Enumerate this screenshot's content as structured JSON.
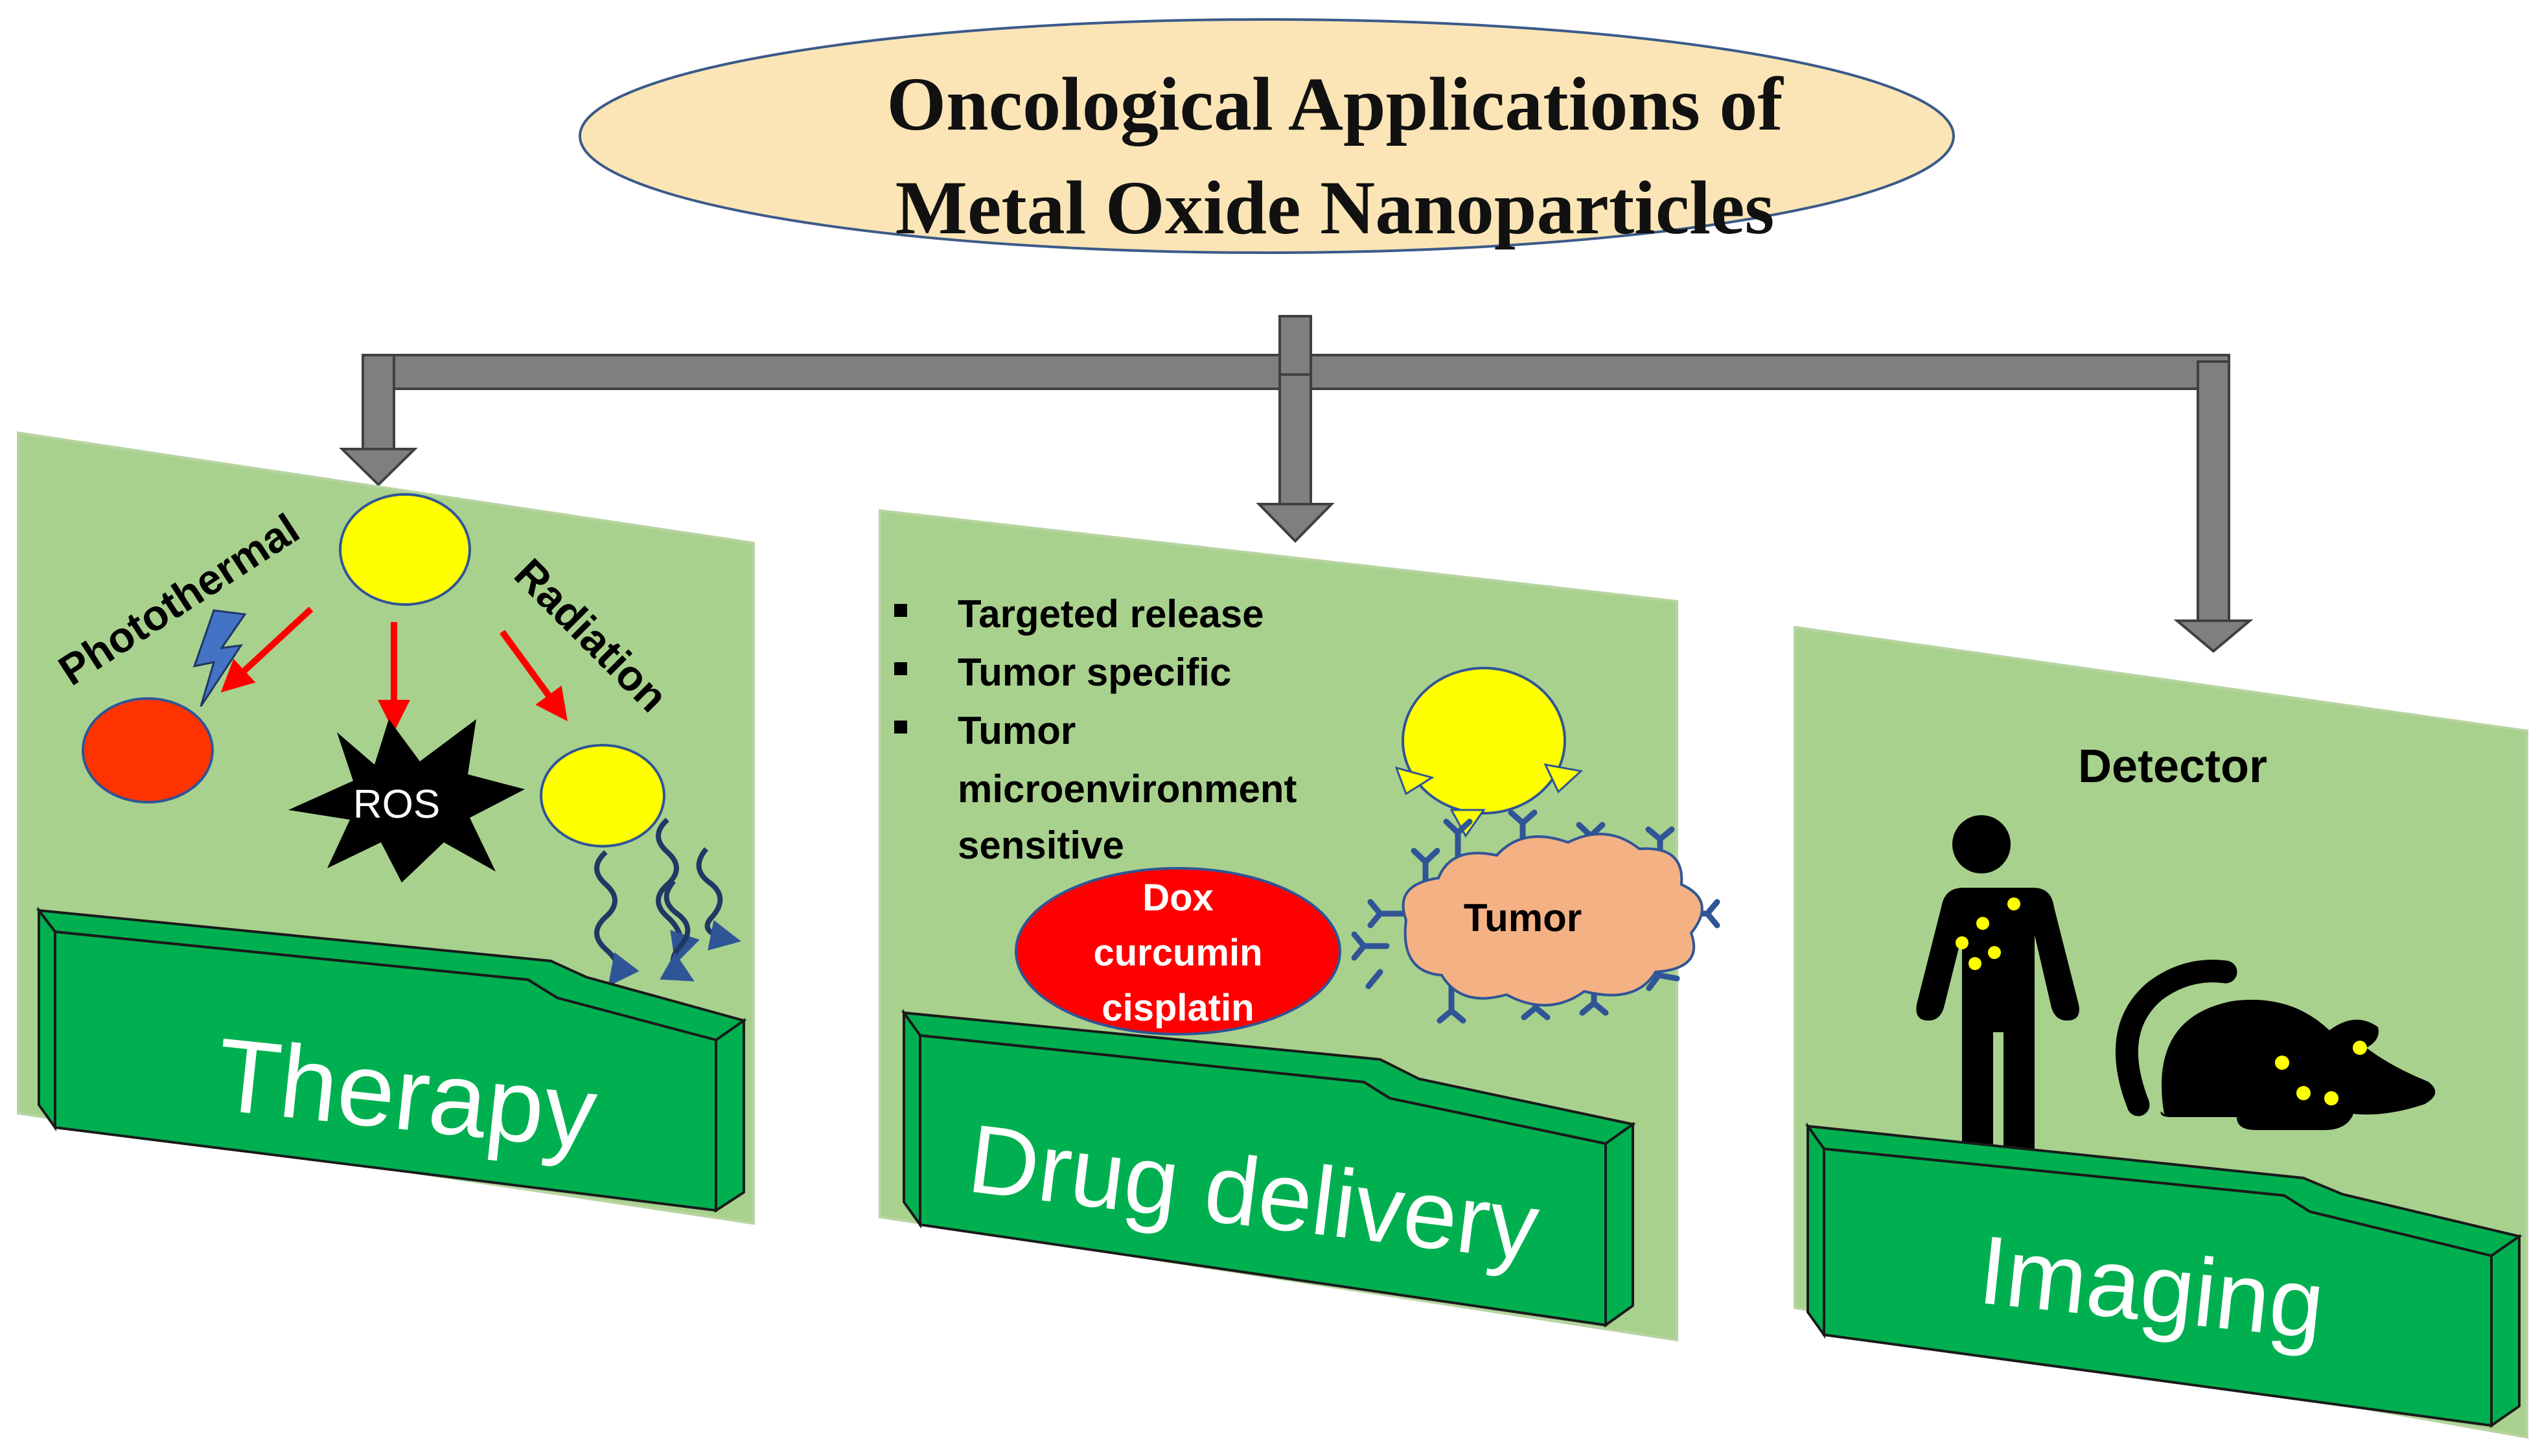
{
  "title": {
    "line1": "Oncological Applications of",
    "line2": "Metal Oxide Nanoparticles"
  },
  "panels": {
    "therapy": {
      "label": "Therapy",
      "photothermal": "Photothermal",
      "radiation": "Radiation",
      "ros": "ROS"
    },
    "drug_delivery": {
      "label": "Drug delivery",
      "bullets": [
        "Targeted release",
        "Tumor specific",
        "Tumor",
        "microenvironment",
        "sensitive"
      ],
      "drugs": [
        "Dox",
        "curcumin",
        "cisplatin"
      ],
      "tumor": "Tumor"
    },
    "imaging": {
      "label": "Imaging",
      "detector": "Detector"
    }
  },
  "colors": {
    "panel_green": "#a9d18e",
    "banner_green": "#00b050",
    "title_ellipse": "#fbe5b6",
    "nanoparticle_yellow": "#ffff00",
    "red": "#ff0000",
    "tumor_salmon": "#f4b183",
    "connector_gray": "#7f7f7f",
    "antibody_blue": "#2f5597"
  },
  "icons": [
    "lightning-icon",
    "ros-star-icon",
    "wave-arrow-icon",
    "antibody-icon",
    "human-icon",
    "mouse-icon"
  ]
}
